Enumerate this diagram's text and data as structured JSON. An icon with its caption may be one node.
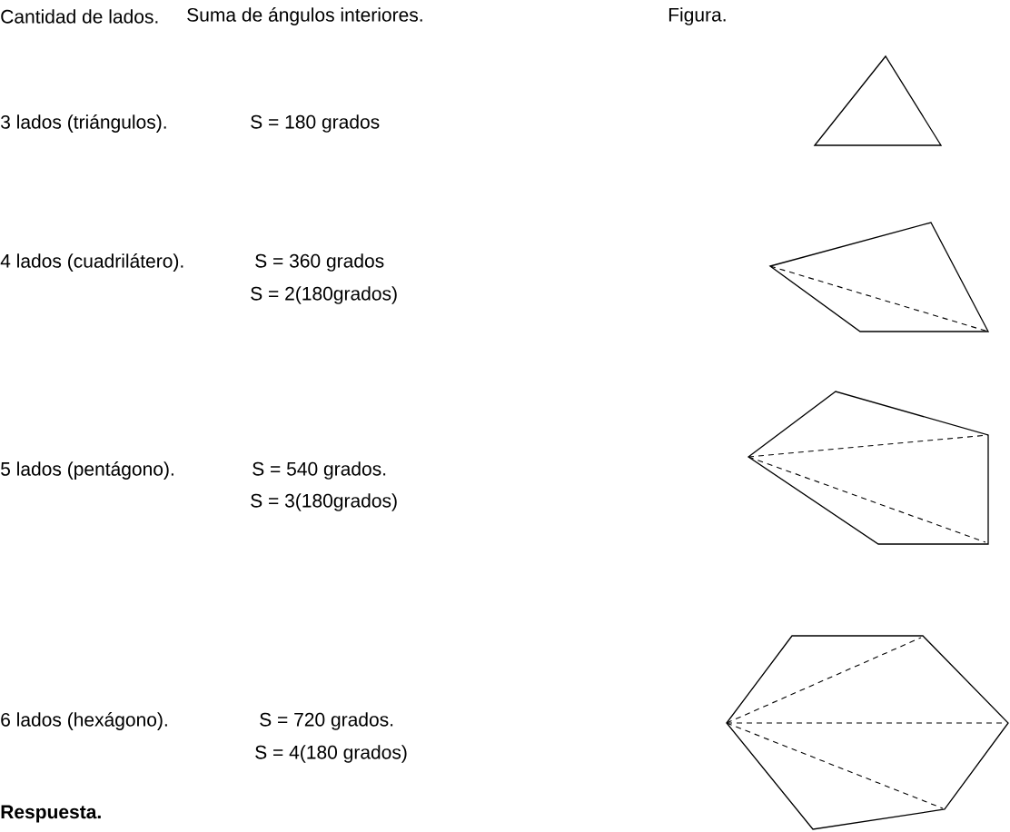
{
  "diagram": {
    "labels": [
      "Cantidad de lados.",
      "Suma de ángulos interiores.",
      "Figura.",
      "3 lados (triángulos).",
      "S = 180 grados",
      "4 lados (cuadrilátero).",
      "S = 360 grados",
      "S = 2(180grados)",
      "5 lados (pentágono).",
      "S = 540 grados.",
      "S = 3(180grados)",
      "6 lados (hexágono).",
      "S = 720 grados.",
      "S = 4(180 grados)",
      "Respuesta."
    ]
  }
}
